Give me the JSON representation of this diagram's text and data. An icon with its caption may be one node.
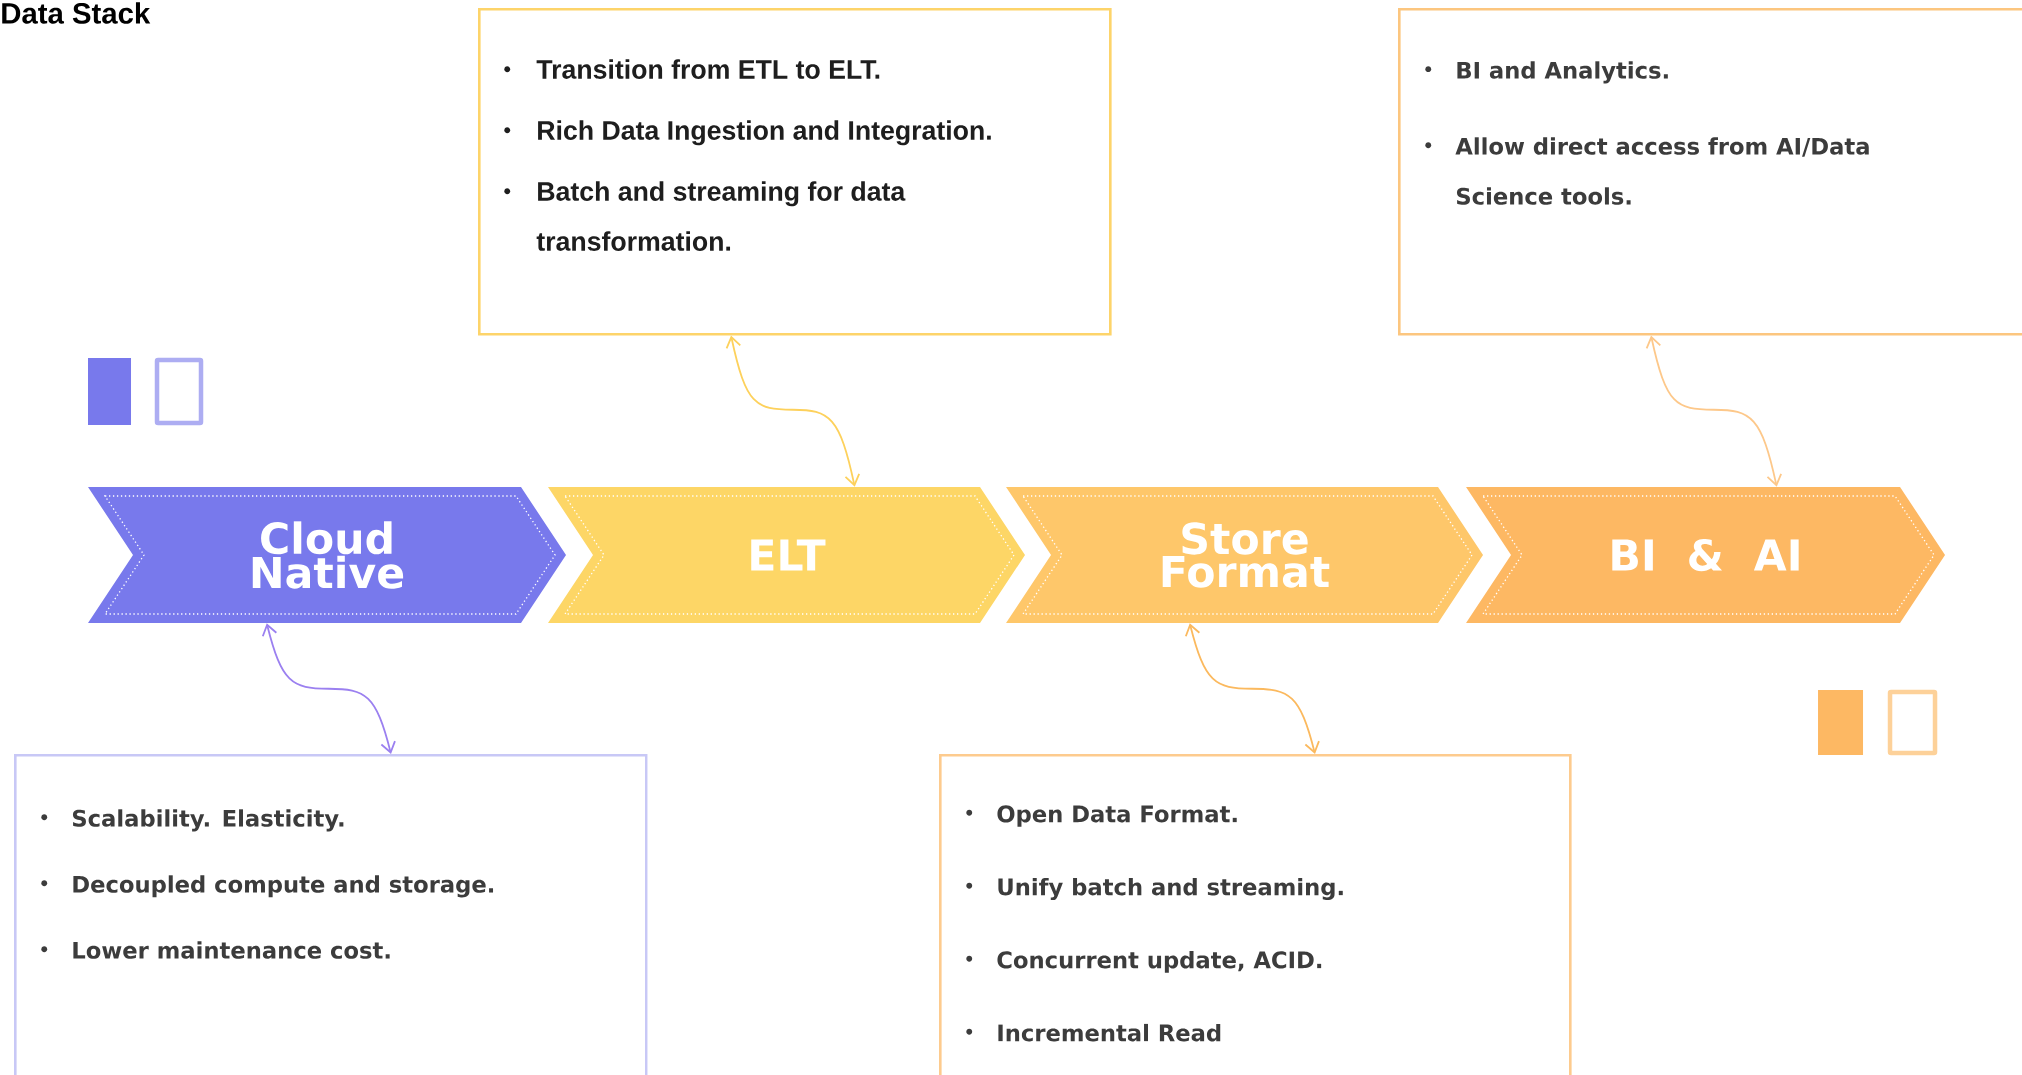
{
  "diagram": {
    "title": "Data Stack",
    "nodes": [
      {
        "text": [
          "Transition from ETL to ELT.",
          "Rich Data Ingestion and Integration.",
          "Batch and streaming for data transformation."
        ]
      },
      {
        "text": [
          "BI and Analytics.",
          "Allow direct access from AI/Data Science tools."
        ]
      },
      {
        "text": [
          "Cloud Native"
        ]
      },
      {
        "text": [
          "ELT"
        ]
      },
      {
        "text": [
          "Store Format"
        ]
      },
      {
        "text": [
          "BI & AI"
        ]
      },
      {
        "text": [
          "Scalability. Elasticity.",
          "Decoupled compute and storage.",
          "Lower maintenance cost."
        ]
      },
      {
        "text": [
          "Open Data Format.",
          "Unify batch and streaming.",
          "Concurrent update, ACID.",
          "Incremental Read"
        ]
      }
    ],
    "edges": [
      {
        "from": 2,
        "to": 6,
        "arrow": "both",
        "color": "#9b80f0"
      },
      {
        "from": 3,
        "to": 0,
        "arrow": "both",
        "color": "#fdd15c"
      },
      {
        "from": 4,
        "to": 7,
        "arrow": "both",
        "color": "#fbb95e"
      },
      {
        "from": 5,
        "to": 1,
        "arrow": "both",
        "color": "#fdc88a"
      }
    ]
  }
}
